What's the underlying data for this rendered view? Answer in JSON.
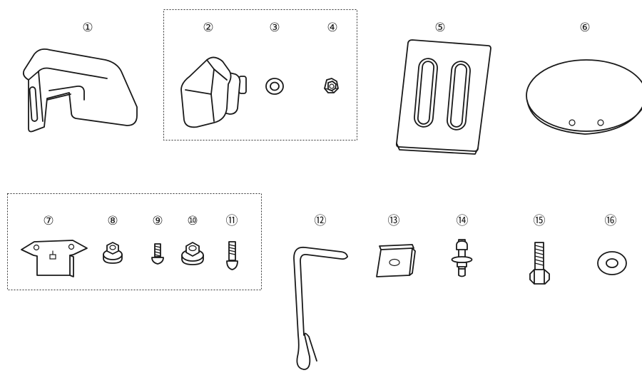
{
  "parts": [
    {
      "label": "①",
      "icon": "l-bracket-icon"
    },
    {
      "label": "②",
      "icon": "knob-bolt-icon"
    },
    {
      "label": "③",
      "icon": "washer-icon"
    },
    {
      "label": "④",
      "icon": "nut-icon"
    },
    {
      "label": "⑤",
      "icon": "slotted-plate-icon"
    },
    {
      "label": "⑥",
      "icon": "round-plate-icon"
    },
    {
      "label": "⑦",
      "icon": "clip-bracket-icon"
    },
    {
      "label": "⑧",
      "icon": "flange-nut-icon"
    },
    {
      "label": "⑨",
      "icon": "small-screw-icon"
    },
    {
      "label": "⑩",
      "icon": "flange-nut-icon"
    },
    {
      "label": "⑪",
      "icon": "carriage-bolt-icon"
    },
    {
      "label": "⑫",
      "icon": "wire-hook-icon"
    },
    {
      "label": "⑬",
      "icon": "clip-plate-icon"
    },
    {
      "label": "⑭",
      "icon": "screw-washer-icon"
    },
    {
      "label": "⑮",
      "icon": "hex-bolt-icon"
    },
    {
      "label": "⑯",
      "icon": "flat-washer-icon"
    }
  ],
  "groups": [
    {
      "members": [
        "②",
        "③",
        "④"
      ],
      "style": "dashed-box"
    },
    {
      "members": [
        "⑦",
        "⑧",
        "⑨",
        "⑩",
        "⑪"
      ],
      "style": "dashed-box"
    }
  ]
}
